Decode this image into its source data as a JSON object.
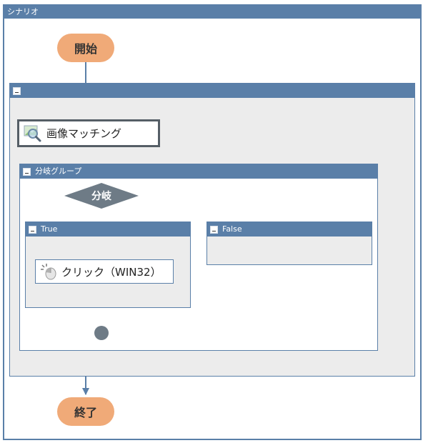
{
  "window": {
    "title": "シナリオ"
  },
  "flow": {
    "start_label": "開始",
    "end_label": "終了",
    "image_match_label": "画像マッチング",
    "branch_group_title": "分岐グループ",
    "branch_label": "分岐",
    "true_title": "True",
    "false_title": "False",
    "click_label": "クリック（WIN32）"
  },
  "colors": {
    "frame": "#5a7fa8",
    "terminal": "#f0aa78",
    "connector": "#5a7fa8",
    "diamond": "#6e7b86",
    "merge_point": "#6e7b86",
    "group_bg": "#ececec"
  },
  "icons": [
    "collapse-icon",
    "magnifier-icon",
    "mouse-click-icon"
  ]
}
